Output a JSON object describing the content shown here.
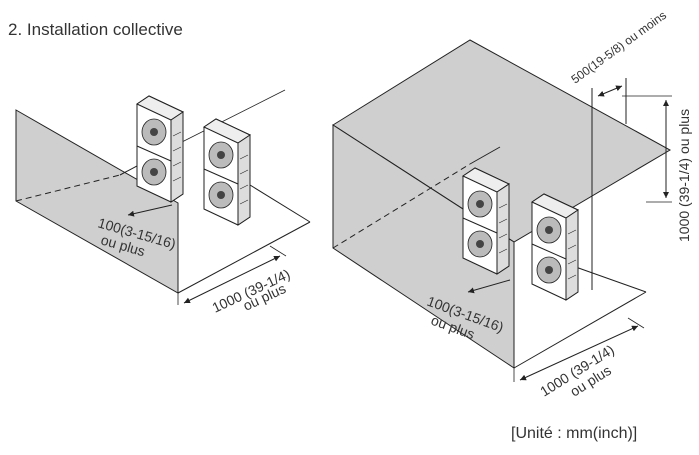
{
  "title": "2. Installation collective",
  "unit_note": "[Unité : mm(inch)]",
  "colors": {
    "wall_fill": "#cfcfcf",
    "line": "#222222"
  },
  "left_figure": {
    "side_clearance_value": "100(3-15/16)",
    "side_clearance_suffix": "ou plus",
    "front_clearance_value": "1000 (39-1/4)",
    "front_clearance_suffix": "ou plus"
  },
  "right_figure": {
    "top_clearance_label": "500(19-5/8) ou moins",
    "height_clearance_label": "1000 (39-1/4) ou plus",
    "side_clearance_value": "100(3-15/16)",
    "side_clearance_suffix": "ou plus",
    "front_clearance_value": "1000 (39-1/4)",
    "front_clearance_suffix": "ou plus"
  }
}
